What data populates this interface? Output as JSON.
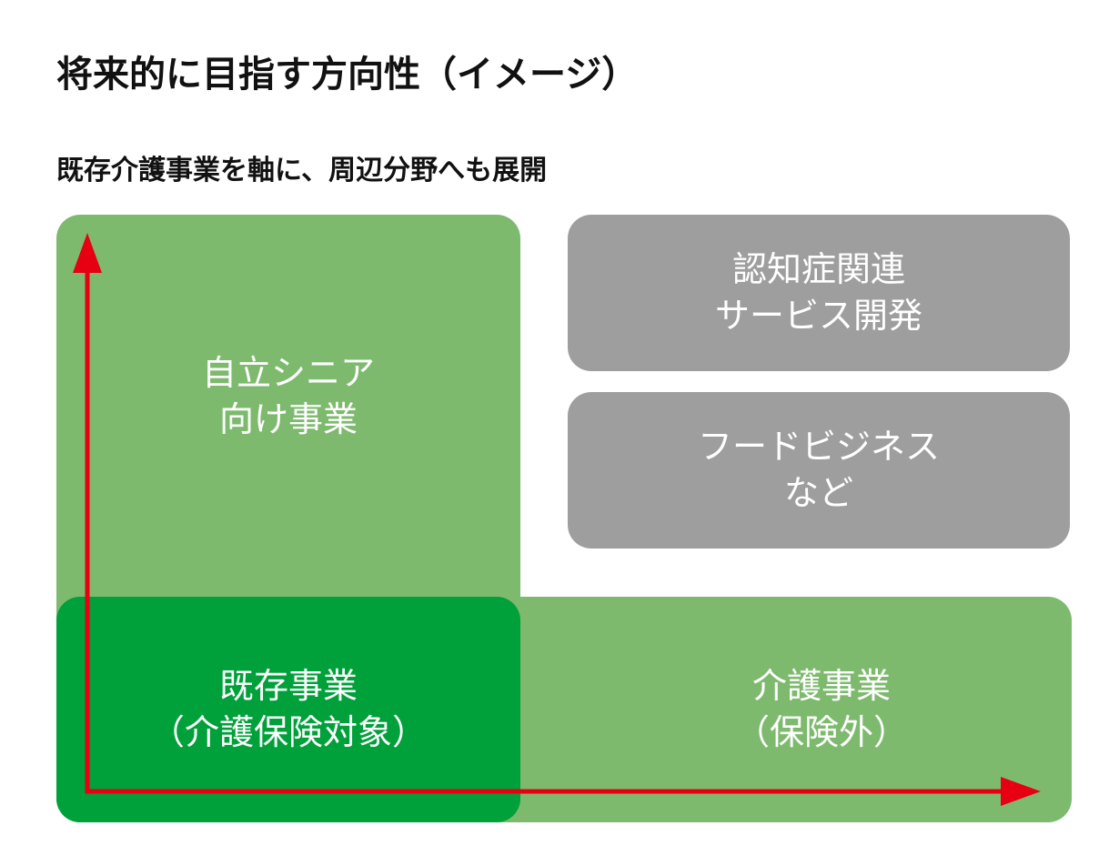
{
  "title": "将来的に目指す方向性（イメージ）",
  "subtitle": "既存介護事業を軸に、周辺分野へも展開",
  "boxes": {
    "senior": {
      "line1": "自立シニア",
      "line2": "向け事業"
    },
    "care": {
      "line1": "介護事業",
      "line2": "（保険外）"
    },
    "existing": {
      "line1": "既存事業",
      "line2": "（介護保険対象）"
    },
    "dementia": {
      "line1": "認知症関連",
      "line2": "サービス開発"
    },
    "food": {
      "line1": "フードビジネス",
      "line2": "など"
    }
  },
  "colors": {
    "light_green": "#7dba6e",
    "dark_green": "#00a03a",
    "gray": "#9e9e9e",
    "arrow_red": "#e60012"
  }
}
